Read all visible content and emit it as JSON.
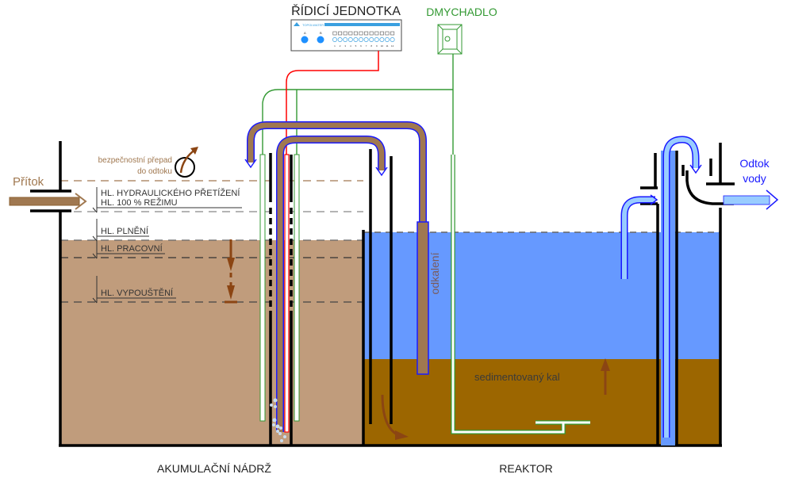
{
  "labels": {
    "control_unit": "ŘÍDICÍ JEDNOTKA",
    "blower": "DMYCHADLO",
    "inflow": "Přítok",
    "overflow_line1": "bezpečnostní přepad",
    "overflow_line2": "do odtoku",
    "level_hydraulic_overload": "HL. HYDRAULICKÉHO PŘETÍŽENÍ",
    "level_100_mode": "HL. 100 % REŽIMU",
    "level_filling": "HL. PLNĚNÍ",
    "level_working": "HL. PRACOVNÍ",
    "level_discharge": "HL. VYPOUŠTĚNÍ",
    "desludging": "odkalení",
    "sediment": "sedimentovaný kal",
    "outflow_line1": "Odtok",
    "outflow_line2": "vody",
    "accumulation_tank": "AKUMULAČNÍ NÁDRŽ",
    "reactor": "REAKTOR"
  },
  "control_panel": {
    "brand": "TOPOLWATER",
    "pump_labels": [
      "A",
      "B"
    ],
    "channel_numbers": [
      "1",
      "2",
      "3",
      "4",
      "5",
      "6",
      "7",
      "8",
      "9",
      "10",
      "11",
      "12"
    ]
  },
  "colors": {
    "sludge_light": "#c09c7c",
    "sludge_dark": "#9c6600",
    "water": "#6699ff",
    "pipe_brown": "#a07850",
    "pipe_blue_outline": "#1a1aff",
    "clear_water": "#99ccff",
    "air_green": "#339933",
    "signal_red": "#ff0000",
    "arrow_brown": "#8b4513",
    "label_brown": "#a07850",
    "label_blue": "#1a1aff",
    "label_green": "#339933"
  }
}
